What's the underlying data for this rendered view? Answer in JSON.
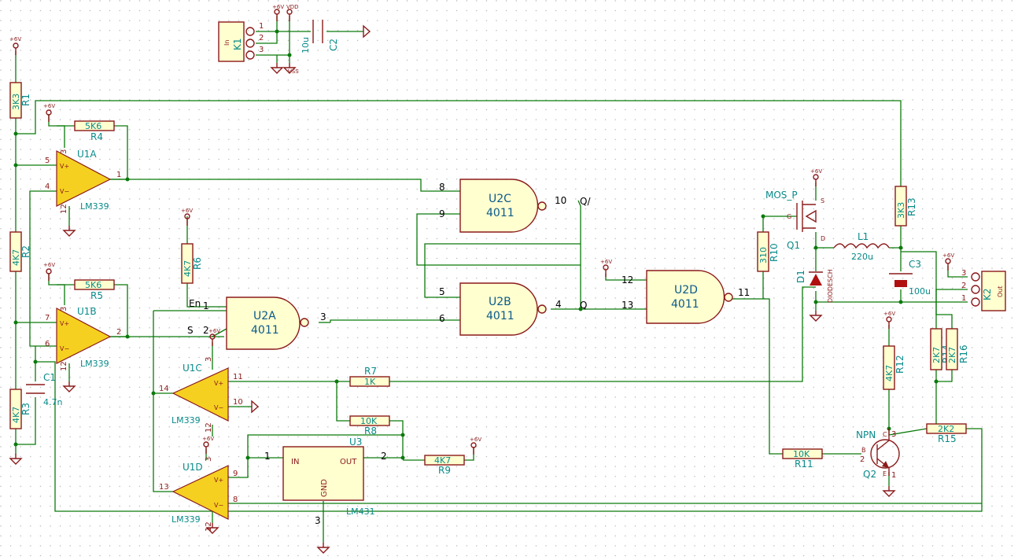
{
  "ics": {
    "u1a": {
      "ref": "U1A",
      "part": "LM339",
      "pin_plus": "5",
      "pin_minus": "4",
      "pin_out": "1",
      "pin_v": "3",
      "pin_g": "12"
    },
    "u1b": {
      "ref": "U1B",
      "part": "LM339",
      "pin_plus": "7",
      "pin_minus": "6",
      "pin_out": "2",
      "pin_v": "3",
      "pin_g": "12"
    },
    "u1c": {
      "ref": "U1C",
      "part": "LM339",
      "pin_plus": "11",
      "pin_minus": "10",
      "pin_out": "14",
      "pin_v": "3",
      "pin_g": "12"
    },
    "u1d": {
      "ref": "U1D",
      "part": "LM339",
      "pin_plus": "9",
      "pin_minus": "8",
      "pin_out": "13",
      "pin_v": "3",
      "pin_g": "12"
    },
    "u2a": {
      "ref": "U2A",
      "part": "4011",
      "pin1": "1",
      "pin2": "2",
      "pin_out": "3"
    },
    "u2b": {
      "ref": "U2B",
      "part": "4011",
      "pin1": "5",
      "pin2": "6",
      "pin_out": "4"
    },
    "u2c": {
      "ref": "U2C",
      "part": "4011",
      "pin1": "8",
      "pin2": "9",
      "pin_out": "10"
    },
    "u2d": {
      "ref": "U2D",
      "part": "4011",
      "pin1": "12",
      "pin2": "13",
      "pin_out": "11"
    },
    "u3": {
      "ref": "U3",
      "part": "LM431",
      "in": "IN",
      "out": "OUT",
      "gnd": "GND",
      "pin_in": "1",
      "pin_out": "2",
      "pin_gnd": "3"
    }
  },
  "resistors": {
    "r1": {
      "ref": "R1",
      "value": "3K3"
    },
    "r2": {
      "ref": "R2",
      "value": "4K7"
    },
    "r3": {
      "ref": "R3",
      "value": "4K7"
    },
    "r4": {
      "ref": "R4",
      "value": "5K6"
    },
    "r5": {
      "ref": "R5",
      "value": "5K6"
    },
    "r6": {
      "ref": "R6",
      "value": "4K7"
    },
    "r7": {
      "ref": "R7",
      "value": "1K"
    },
    "r8": {
      "ref": "R8",
      "value": "10K"
    },
    "r9": {
      "ref": "R9",
      "value": "4K7"
    },
    "r10": {
      "ref": "R10",
      "value": "310"
    },
    "r11": {
      "ref": "R11",
      "value": "10K"
    },
    "r12": {
      "ref": "R12",
      "value": "4K7"
    },
    "r13": {
      "ref": "R13",
      "value": "3K3"
    },
    "r14": {
      "ref": "R14",
      "value": "2K7"
    },
    "r15": {
      "ref": "R15",
      "value": "2K2"
    },
    "r16": {
      "ref": "R16",
      "value": "2K7"
    }
  },
  "capacitors": {
    "c1": {
      "ref": "C1",
      "value": "4.7n"
    },
    "c2": {
      "ref": "C2",
      "value": "10u"
    },
    "c3": {
      "ref": "C3",
      "value": "100u"
    }
  },
  "discrete": {
    "l1": {
      "ref": "L1",
      "value": "220u"
    },
    "d1": {
      "ref": "D1",
      "value": "DIODESCH"
    },
    "q1": {
      "ref": "Q1",
      "value": "MOS_P",
      "g": "G",
      "s": "S",
      "d": "D"
    },
    "q2": {
      "ref": "Q2",
      "value": "NPN",
      "b": "B",
      "c": "C",
      "e": "E",
      "pin_b": "2",
      "pin_c": "3",
      "pin_e": "1"
    }
  },
  "connectors": {
    "k1": {
      "ref": "K1",
      "value": "In",
      "pins": [
        "1",
        "2",
        "3"
      ]
    },
    "k2": {
      "ref": "K2",
      "value": "Out",
      "pins": [
        "3",
        "2",
        "1"
      ]
    }
  },
  "power": {
    "v5": "+6V",
    "vdd": "VDD",
    "vss": "VSS"
  },
  "nets": {
    "en": "En",
    "s": "S",
    "q": "Q",
    "qbar": "Q/"
  }
}
